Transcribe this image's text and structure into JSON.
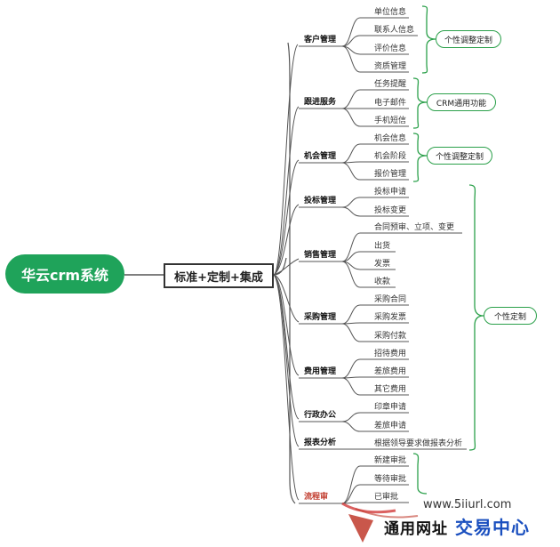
{
  "root": {
    "label": "华云crm系统"
  },
  "hub": {
    "label": "标准+定制+集成"
  },
  "branches": [
    {
      "label": "客户管理",
      "leaves": [
        "单位信息",
        "联系人信息",
        "评价信息",
        "资质管理"
      ]
    },
    {
      "label": "跟进服务",
      "leaves": [
        "任务提醒",
        "电子邮件",
        "手机短信"
      ]
    },
    {
      "label": "机会管理",
      "leaves": [
        "机会信息",
        "机会阶段",
        "报价管理"
      ]
    },
    {
      "label": "投标管理",
      "leaves": [
        "投标申请",
        "投标变更"
      ]
    },
    {
      "label": "销售管理",
      "leaves": [
        "合同预审、立项、变更",
        "出货",
        "发票",
        "收款"
      ]
    },
    {
      "label": "采购管理",
      "leaves": [
        "采购合同",
        "采购发票",
        "采购付款"
      ]
    },
    {
      "label": "费用管理",
      "leaves": [
        "招待费用",
        "差旅费用",
        "其它费用"
      ]
    },
    {
      "label": "行政办公",
      "leaves": [
        "印章申请",
        "差旅申请"
      ]
    },
    {
      "label": "报表分析",
      "leaves": [
        "根据领导要求做报表分析"
      ]
    },
    {
      "label": "流程审",
      "leaves": [
        "新建审批",
        "等待审批",
        "已审批"
      ]
    }
  ],
  "tags": [
    "个性调整定制",
    "CRM通用功能",
    "个性调整定制",
    "个性定制"
  ],
  "watermark": {
    "url": "www.5iiurl.com",
    "text": "通用网址",
    "text2": "交易中心"
  },
  "colors": {
    "root": "#1fa35a",
    "tag_border": "#2ba04a",
    "line": "#555555",
    "accent_red": "#c0392b"
  }
}
